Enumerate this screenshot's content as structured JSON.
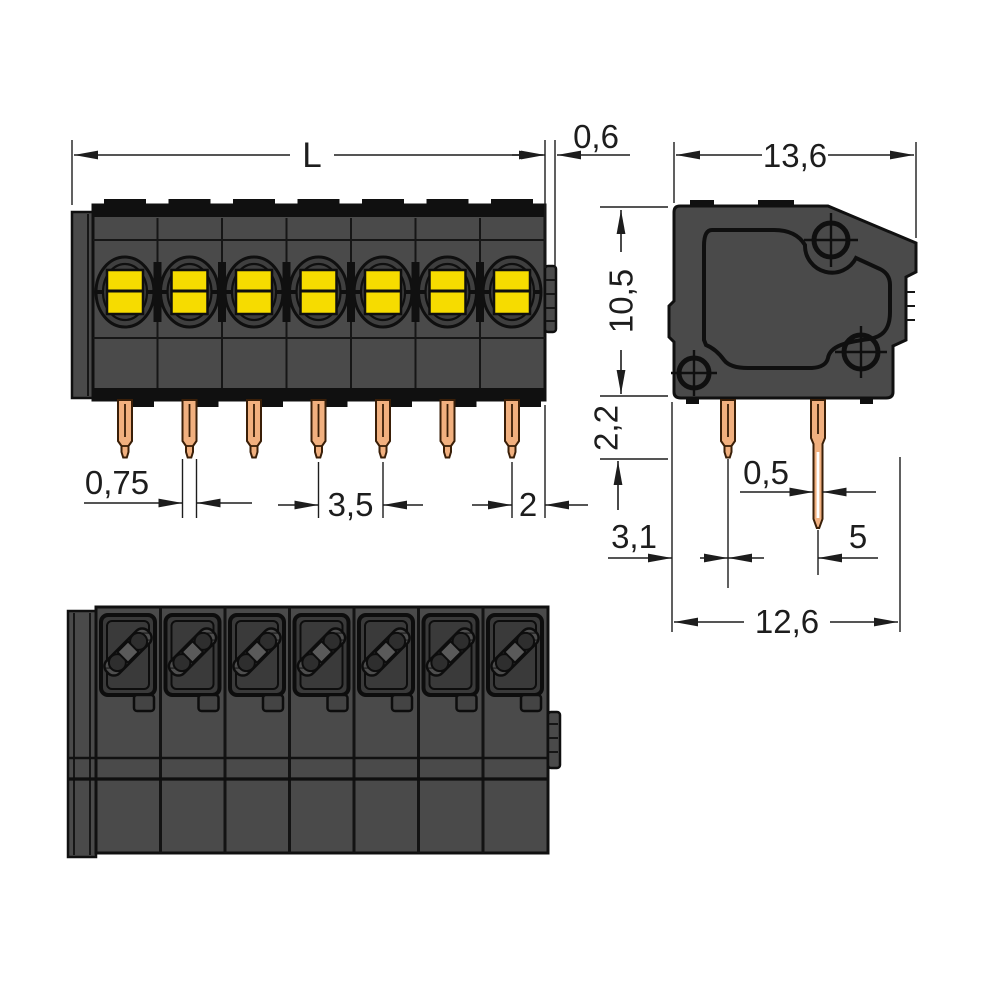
{
  "drawing": {
    "positions": 7,
    "front_view": {
      "dim_length": "L",
      "dim_latch": "0,6",
      "dim_pin_width": "0,75",
      "dim_pitch": "3,5",
      "dim_edge": "2"
    },
    "side_view": {
      "dim_width": "13,6",
      "dim_height": "10,5",
      "dim_pin_length": "2,2",
      "dim_edge_to_pin": "3,1",
      "dim_pin_thickness": "0,5",
      "dim_pin_spacing": "5",
      "dim_bottom_width": "12,6"
    },
    "colors": {
      "background": "#ffffff",
      "body": "#4a4a4a",
      "outline": "#101010",
      "button": "#f6dc00",
      "pin": "#f1b07f",
      "dimension": "#1d1d1d"
    }
  }
}
